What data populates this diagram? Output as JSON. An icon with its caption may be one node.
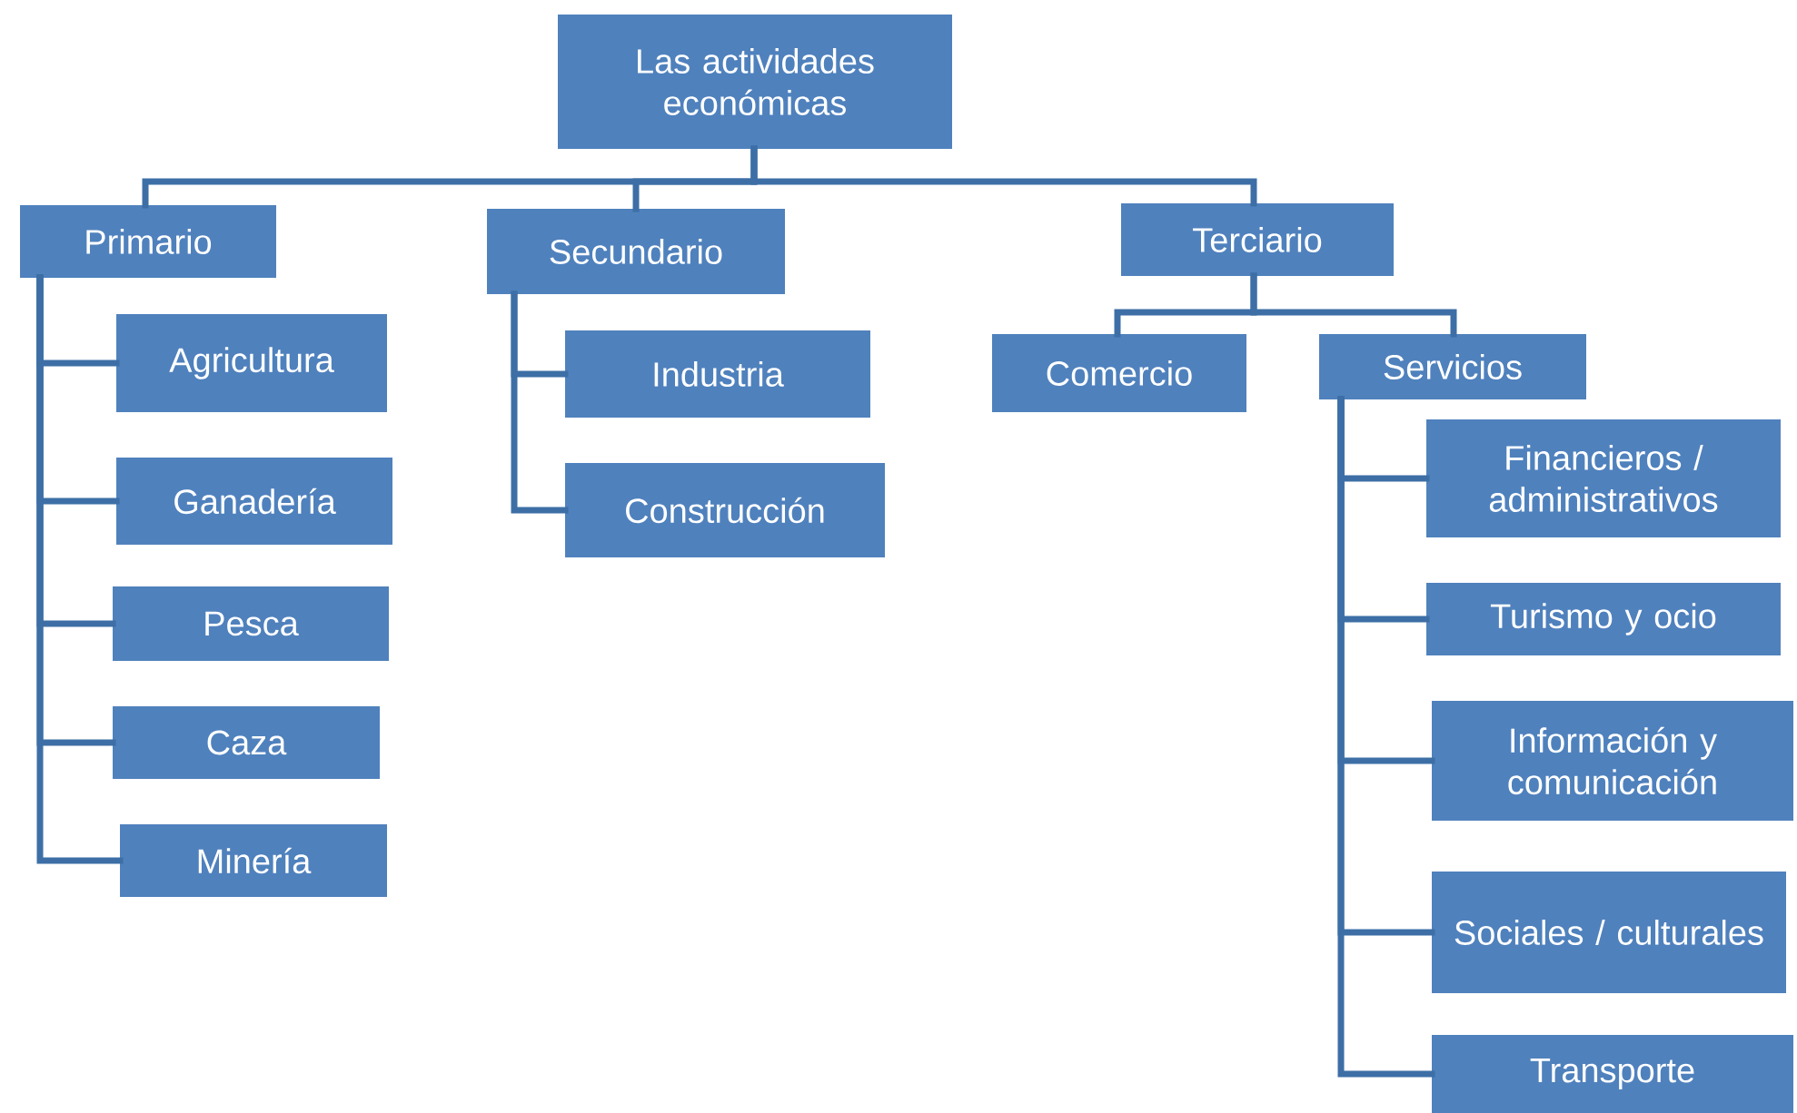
{
  "diagram": {
    "nodes": [
      {
        "text": [
          "Las actividades económicas"
        ]
      },
      {
        "text": [
          "Primario"
        ]
      },
      {
        "text": [
          "Secundario"
        ]
      },
      {
        "text": [
          "Terciario"
        ]
      },
      {
        "text": [
          "Agricultura"
        ]
      },
      {
        "text": [
          "Ganadería"
        ]
      },
      {
        "text": [
          "Pesca"
        ]
      },
      {
        "text": [
          "Caza"
        ]
      },
      {
        "text": [
          "Minería"
        ]
      },
      {
        "text": [
          "Industria"
        ]
      },
      {
        "text": [
          "Construcción"
        ]
      },
      {
        "text": [
          "Comercio"
        ]
      },
      {
        "text": [
          "Servicios"
        ]
      },
      {
        "text": [
          "Financieros / administrativos"
        ]
      },
      {
        "text": [
          "Turismo y ocio"
        ]
      },
      {
        "text": [
          "Información y comunicación"
        ]
      },
      {
        "text": [
          "Sociales / culturales"
        ]
      },
      {
        "text": [
          "Transporte"
        ]
      }
    ],
    "edges": [
      {
        "from": 0,
        "to": 1,
        "arrow": "none"
      },
      {
        "from": 0,
        "to": 2,
        "arrow": "none"
      },
      {
        "from": 0,
        "to": 3,
        "arrow": "none"
      },
      {
        "from": 1,
        "to": 4,
        "arrow": "none"
      },
      {
        "from": 1,
        "to": 5,
        "arrow": "none"
      },
      {
        "from": 1,
        "to": 6,
        "arrow": "none"
      },
      {
        "from": 1,
        "to": 7,
        "arrow": "none"
      },
      {
        "from": 1,
        "to": 8,
        "arrow": "none"
      },
      {
        "from": 2,
        "to": 9,
        "arrow": "none"
      },
      {
        "from": 2,
        "to": 10,
        "arrow": "none"
      },
      {
        "from": 3,
        "to": 11,
        "arrow": "none"
      },
      {
        "from": 3,
        "to": 12,
        "arrow": "none"
      },
      {
        "from": 12,
        "to": 13,
        "arrow": "none"
      },
      {
        "from": 12,
        "to": 14,
        "arrow": "none"
      },
      {
        "from": 12,
        "to": 15,
        "arrow": "none"
      },
      {
        "from": 12,
        "to": 16,
        "arrow": "none"
      },
      {
        "from": 12,
        "to": 17,
        "arrow": "none"
      }
    ]
  }
}
